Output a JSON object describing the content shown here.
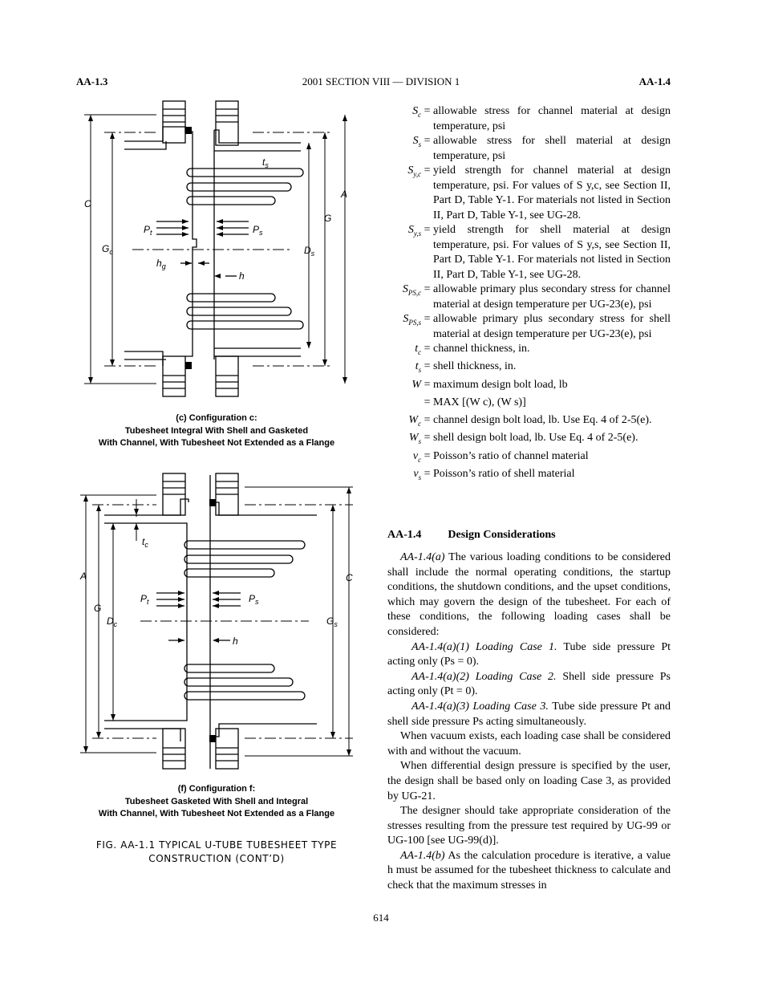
{
  "header": {
    "left": "AA-1.3",
    "center": "2001 SECTION VIII — DIVISION 1",
    "right": "AA-1.4"
  },
  "figure_c": {
    "labels": {
      "C": "C",
      "A": "A",
      "G": "G",
      "Gc": "G",
      "Gc_sub": "c",
      "Ds": "D",
      "Ds_sub": "s",
      "Pt": "P",
      "Pt_sub": "t",
      "Ps": "P",
      "Ps_sub": "s",
      "hg": "h",
      "hg_sub": "g",
      "h": "h",
      "ts": "t",
      "ts_sub": "s"
    },
    "caption": [
      "(c) Configuration c:",
      "Tubesheet Integral With Shell and Gasketed",
      "With Channel, With Tubesheet Not Extended as a Flange"
    ]
  },
  "figure_f": {
    "labels": {
      "A": "A",
      "C": "C",
      "G": "G",
      "Dc": "D",
      "Dc_sub": "c",
      "Gs": "G",
      "Gs_sub": "s",
      "Pt": "P",
      "Pt_sub": "t",
      "Ps": "P",
      "Ps_sub": "s",
      "h": "h",
      "tc": "t",
      "tc_sub": "c"
    },
    "caption": [
      "(f) Configuration f:",
      "Tubesheet Gasketed With Shell and Integral",
      "With Channel, With Tubesheet Not Extended as a Flange"
    ]
  },
  "figure_title": [
    "FIG. AA-1.1   TYPICAL U-TUBE TUBESHEET TYPE",
    "CONSTRUCTION (CONT’D)"
  ],
  "definitions": [
    {
      "sym": "S",
      "sub": "c",
      "eq": " =",
      "text": "allowable stress for channel material at design temperature, psi"
    },
    {
      "sym": "S",
      "sub": "s",
      "eq": " =",
      "text": "allowable stress for shell material at design temperature, psi"
    },
    {
      "sym": "S",
      "sub": "y,c",
      "eq": " =",
      "text": "yield strength for channel material at design temperature, psi. For values of S y,c, see Section II, Part D, Table Y-1. For materials not listed in Section II, Part D, Table Y-1, see UG-28."
    },
    {
      "sym": "S",
      "sub": "y,s",
      "eq": " =",
      "text": "yield strength for shell material at design temperature, psi. For values of S y,s, see Section II, Part D, Table Y-1. For materials not listed in Section II, Part D, Table Y-1, see UG-28."
    },
    {
      "sym": "S",
      "sub": "PS,c",
      "eq": " =",
      "text": "allowable primary plus secondary stress for channel material at design temperature per UG-23(e), psi"
    },
    {
      "sym": "S",
      "sub": "PS,s",
      "eq": " =",
      "text": "allowable primary plus secondary stress for shell material at design temperature per UG-23(e), psi"
    },
    {
      "sym": "t",
      "sub": "c",
      "eq": " =",
      "text": "channel thickness, in."
    },
    {
      "sym": "t",
      "sub": "s",
      "eq": " =",
      "text": "shell thickness, in."
    },
    {
      "sym": "W",
      "sub": "",
      "eq": " =",
      "text": "maximum design bolt load, lb"
    },
    {
      "sym": "",
      "sub": "",
      "eq": "=",
      "text": "MAX [(W c), (W s)]"
    },
    {
      "sym": "W",
      "sub": "c",
      "eq": " =",
      "text": "channel design bolt load, lb. Use Eq. 4 of 2-5(e)."
    },
    {
      "sym": "W",
      "sub": "s",
      "eq": " =",
      "text": "shell design bolt load, lb. Use Eq. 4 of 2-5(e)."
    },
    {
      "sym": "ν",
      "sub": "c",
      "eq": " =",
      "text": "Poisson’s ratio of channel material"
    },
    {
      "sym": "ν",
      "sub": "s",
      "eq": " =",
      "text": "Poisson’s ratio of shell material"
    }
  ],
  "section": {
    "number": "AA-1.4",
    "title": "Design Considerations",
    "paragraphs": [
      "AA-1.4(a) The various loading conditions to be considered shall include the normal operating conditions, the startup conditions, the shutdown conditions, and the upset conditions, which may govern the design of the tubesheet. For each of these conditions, the following loading cases shall be considered:",
      "AA-1.4(a)(1) Loading Case 1. Tube side pressure Pt acting only (Ps = 0).",
      "AA-1.4(a)(2) Loading Case 2. Shell side pressure Ps acting only (Pt = 0).",
      "AA-1.4(a)(3) Loading Case 3. Tube side pressure Pt and shell side pressure Ps acting simultaneously.",
      "When vacuum exists, each loading case shall be considered with and without the vacuum.",
      "When differential design pressure is specified by the user, the design shall be based only on loading Case 3, as provided by UG-21.",
      "The designer should take appropriate consideration of the stresses resulting from the pressure test required by UG-99 or UG-100 [see UG-99(d)].",
      "AA-1.4(b) As the calculation procedure is iterative, a value h must be assumed for the tubesheet thickness to calculate and check that the maximum stresses in"
    ]
  },
  "page_number": "614"
}
